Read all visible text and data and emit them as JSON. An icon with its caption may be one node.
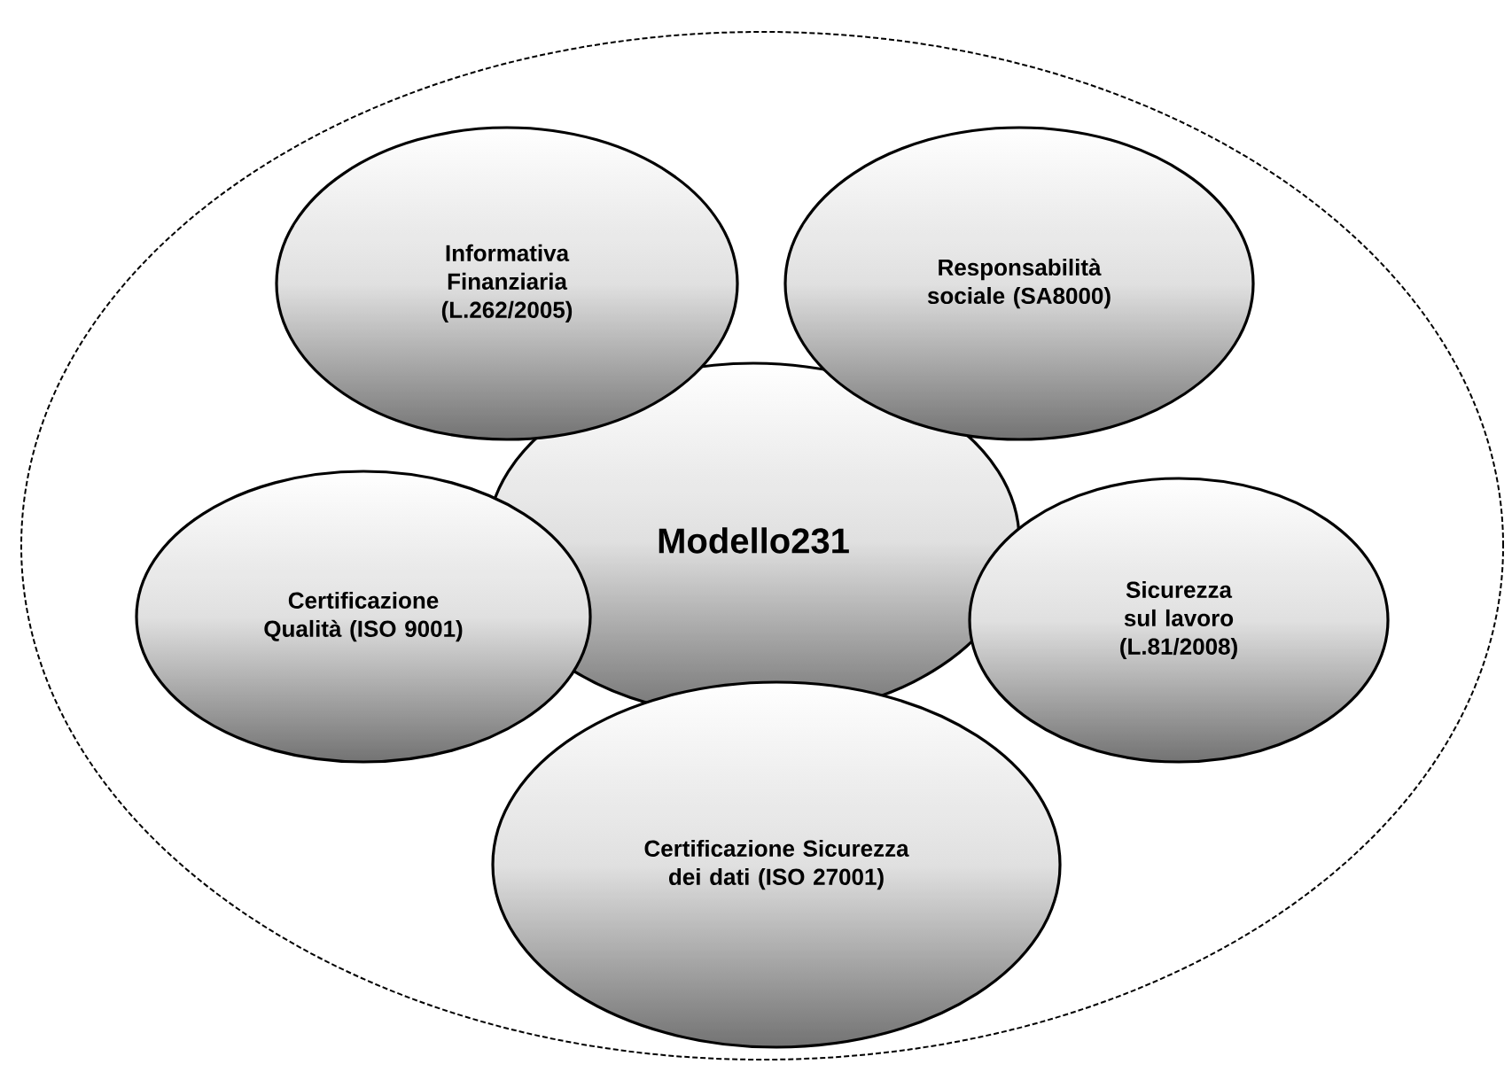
{
  "diagram": {
    "nodes": [
      {
        "text": [],
        "shape": "circle"
      },
      {
        "text": [
          "Informativa Finanziaria (L.262/2005)"
        ],
        "in": 0
      },
      {
        "text": [
          "Responsabilità sociale (SA8000)"
        ],
        "in": 0
      },
      {
        "text": [
          "Modello231"
        ],
        "in": 0
      },
      {
        "text": [
          "Certificazione Qualità (ISO 9001)"
        ],
        "in": 0
      },
      {
        "text": [
          "Sicurezza sul lavoro (L.81/2008)"
        ],
        "in": 0
      },
      {
        "text": [
          "Certificazione Sicurezza dei dati (ISO 27001)"
        ],
        "in": 0
      }
    ]
  }
}
